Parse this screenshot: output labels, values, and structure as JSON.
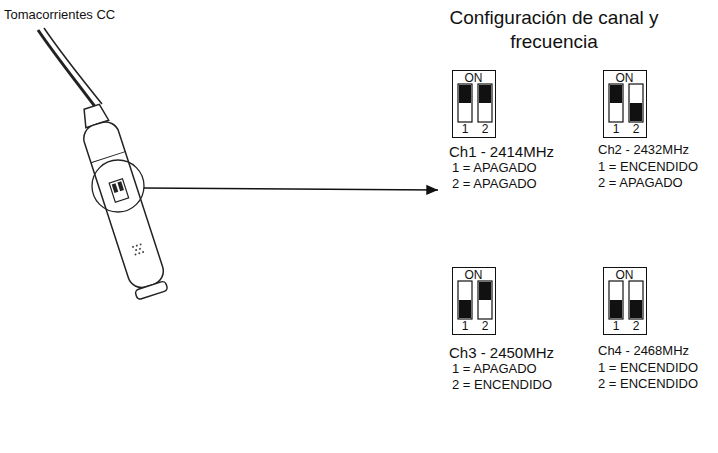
{
  "diagram": {
    "title": "Configuración de canal y frecuencia",
    "nodes": [
      {
        "text": [
          "ON",
          "1",
          "2"
        ]
      },
      {
        "text": [
          "ON",
          "1",
          "2"
        ]
      },
      {
        "text": [
          "ON",
          "1",
          "2"
        ]
      },
      {
        "text": [
          "ON",
          "1",
          "2"
        ]
      }
    ],
    "labels": [
      "Tomacorrientes CC",
      "Ch1 - 2414MHz",
      "1 = APAGADO",
      "2 = APAGADO",
      "Ch2 - 2432MHz",
      "1 = ENCENDIDO",
      "2 = APAGADO",
      "Ch3 - 2450MHz",
      "1 = APAGADO",
      "2 = ENCENDIDO",
      "Ch4 - 2468MHz",
      "1 = ENCENDIDO",
      "2 = ENCENDIDO"
    ]
  }
}
